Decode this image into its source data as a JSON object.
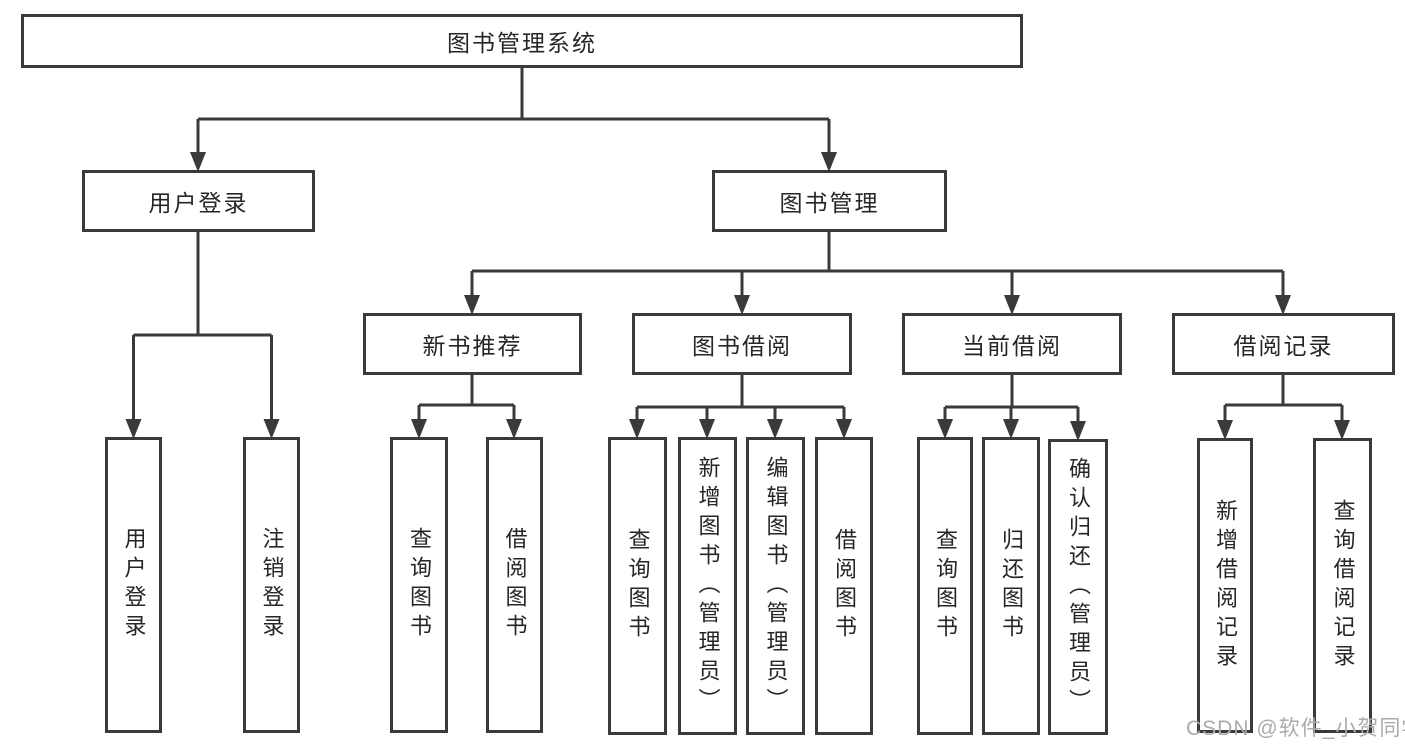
{
  "root": {
    "label": "图书管理系统"
  },
  "branches": [
    {
      "label": "用户登录",
      "children": [
        {
          "label": "用户登录"
        },
        {
          "label": "注销登录"
        }
      ]
    },
    {
      "label": "图书管理",
      "children": [
        {
          "label": "新书推荐",
          "children": [
            {
              "label": "查询图书"
            },
            {
              "label": "借阅图书"
            }
          ]
        },
        {
          "label": "图书借阅",
          "children": [
            {
              "label": "查询图书"
            },
            {
              "label": "新增图书（管理员）"
            },
            {
              "label": "编辑图书（管理员）"
            },
            {
              "label": "借阅图书"
            }
          ]
        },
        {
          "label": "当前借阅",
          "children": [
            {
              "label": "查询图书"
            },
            {
              "label": "归还图书"
            },
            {
              "label": "确认归还（管理员）"
            }
          ]
        },
        {
          "label": "借阅记录",
          "children": [
            {
              "label": "新增借阅记录"
            },
            {
              "label": "查询借阅记录"
            }
          ]
        }
      ]
    }
  ],
  "watermark": {
    "text": "CSDN @软件_小贺同学"
  },
  "colors": {
    "line": "#3a3a3a",
    "border": "#3a3a3a",
    "text": "#262626",
    "watermark": "#ababab",
    "background": "#ffffff"
  }
}
